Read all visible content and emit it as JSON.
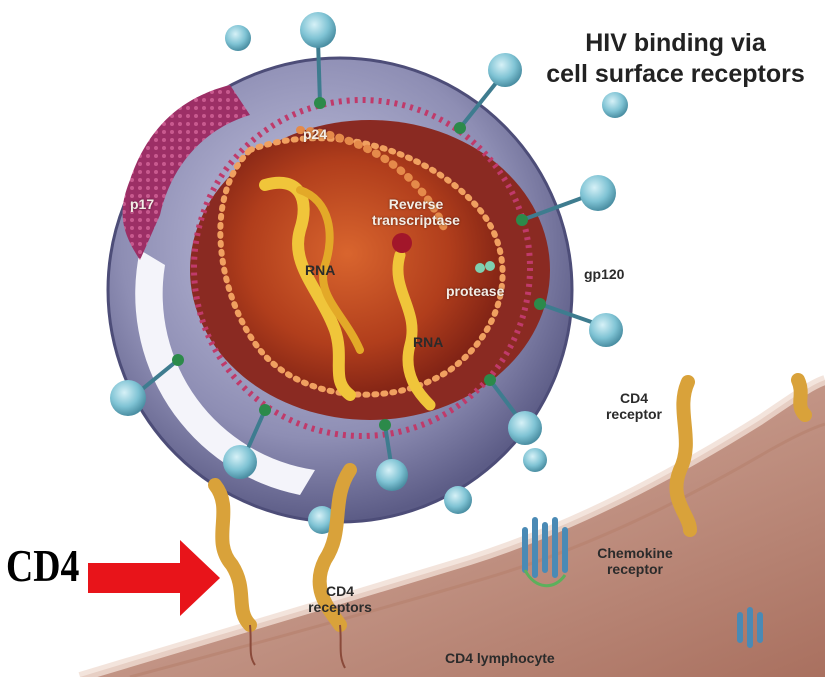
{
  "title": {
    "line1": "HIV binding via",
    "line2": "cell surface receptors"
  },
  "labels": {
    "p24": "p24",
    "p17": "p17",
    "reverse_transcriptase_line1": "Reverse",
    "reverse_transcriptase_line2": "transcriptase",
    "rna_upper": "RNA",
    "rna_lower": "RNA",
    "protease": "protease",
    "gp120": "gp120",
    "cd4_receptor_line1": "CD4",
    "cd4_receptor_line2": "receptor",
    "chemokine_line1": "Chemokine",
    "chemokine_line2": "receptor",
    "cd4_receptors_line1": "CD4",
    "cd4_receptors_line2": "receptors",
    "cd4_lymphocyte": "CD4 lymphocyte"
  },
  "callout": {
    "text": "CD4",
    "arrow_color": "#e8141a"
  },
  "colors": {
    "envelope": "#8e8eb4",
    "core": "#c2461e",
    "matrix": "#9c2f66",
    "cell": "#c79d8e",
    "glycoprotein": "#7fc3d4",
    "receptor": "#d9a23a"
  }
}
